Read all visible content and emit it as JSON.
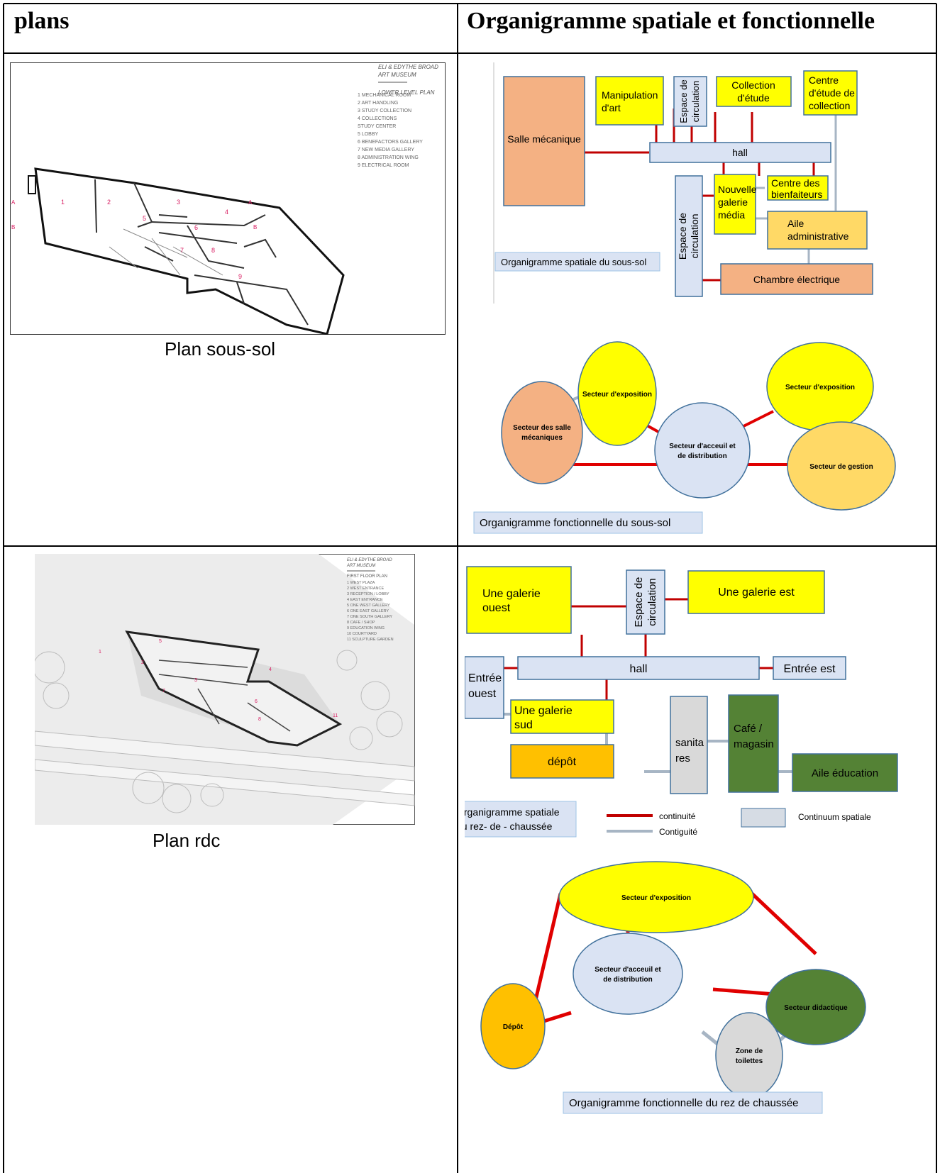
{
  "header": {
    "col1": "plans",
    "col2": "Organigramme spatiale et fonctionnelle"
  },
  "plan_basement": {
    "caption": "Plan sous-sol",
    "museum_line1": "ELI & EDYTHE BROAD",
    "museum_line2": "ART MUSEUM",
    "level": "LOWER LEVEL PLAN",
    "legend": [
      "1 MECHANICAL ROOM",
      "2 ART HANDLING",
      "3 STUDY COLLECTION",
      "4 COLLECTIONS",
      "STUDY CENTER",
      "5 LOBBY",
      "6 BENEFACTORS GALLERY",
      "7 NEW MEDIA GALLERY",
      "8 ADMINISTRATION WING",
      "9 ELECTRICAL ROOM"
    ],
    "room_numbers": [
      "1",
      "2",
      "3",
      "4",
      "5",
      "6",
      "7",
      "8",
      "9"
    ]
  },
  "plan_ground": {
    "caption": "Plan rdc",
    "museum_line1": "ELI & EDYTHE BROAD",
    "museum_line2": "ART MUSEUM",
    "level": "FIRST FLOOR PLAN",
    "legend": [
      "1 WEST PLAZA",
      "2 WEST ENTRANCE",
      "3 RECEPTION / LOBBY",
      "4 EAST ENTRANCE",
      "5 ONE WEST GALLERY",
      "6 ONE EAST GALLERY",
      "7 ONE SOUTH GALLERY",
      "8 CAFE / SHOP",
      "9 EDUCATION WING",
      "10 COURTYARD",
      "11 SCULPTURE GARDEN"
    ]
  },
  "spatial_basement": {
    "salle": "Salle mécanique",
    "manip": [
      "Manipulation",
      "d'art"
    ],
    "espace_top": [
      "Espace de",
      "circulation"
    ],
    "collection": [
      "Collection",
      "d'étude"
    ],
    "centre_etude": [
      "Centre",
      "d'étude de",
      "collection"
    ],
    "hall": "hall",
    "espace_vert": [
      "Espace de",
      "circulation"
    ],
    "nouvelle": [
      "Nouvelle",
      "galerie",
      "média"
    ],
    "centre_bienf": [
      "Centre des",
      "bienfaiteurs"
    ],
    "aile": [
      "Aile",
      "administrative"
    ],
    "chambre": "Chambre électrique",
    "caption": "Organigramme spatiale du sous-sol"
  },
  "functional_basement": {
    "expo_left": "Secteur d'exposition",
    "expo_right": "Secteur d'exposition",
    "salles": [
      "Secteur des salle",
      "mécaniques"
    ],
    "accueil": [
      "Secteur d'acceuil et",
      "de distribution"
    ],
    "gestion": "Secteur de gestion",
    "caption": "Organigramme fonctionnelle du sous-sol"
  },
  "spatial_ground": {
    "galerie_ouest": [
      "Une galerie",
      "ouest"
    ],
    "espace": [
      "Espace de",
      "circulation"
    ],
    "galerie_est": "Une galerie est",
    "hall": "hall",
    "entree_ouest": [
      "Entrée",
      "ouest"
    ],
    "entree_est": "Entrée est",
    "galerie_sud": [
      "Une galerie",
      "sud"
    ],
    "sanitaires": [
      "sanita",
      "res"
    ],
    "cafe": [
      "Café /",
      "magasin"
    ],
    "depot": "dépôt",
    "aile_education": "Aile éducation",
    "caption": [
      "Organigramme spatiale",
      "du rez- de - chaussée"
    ],
    "legend_continuite": "continuité",
    "legend_contiguite": "Contiguité",
    "legend_continuum": "Continuum spatiale"
  },
  "functional_ground": {
    "expo": "Secteur d'exposition",
    "accueil": [
      "Secteur d'acceuil et",
      "de distribution"
    ],
    "didactique": "Secteur didactique",
    "depot": "Dépôt",
    "toilettes": [
      "Zone de",
      "toilettes"
    ],
    "caption": "Organigramme fonctionnelle du rez de chaussée"
  },
  "colors": {
    "continuity": "#d10f1a",
    "contiguity": "#a7b5c4",
    "yellow": "#ffff00",
    "salmon": "#f4b183",
    "lightblue": "#dae3f3",
    "gold": "#ffd966",
    "orange": "#ffc000",
    "green": "#548235",
    "grey": "#d9d9d9"
  }
}
